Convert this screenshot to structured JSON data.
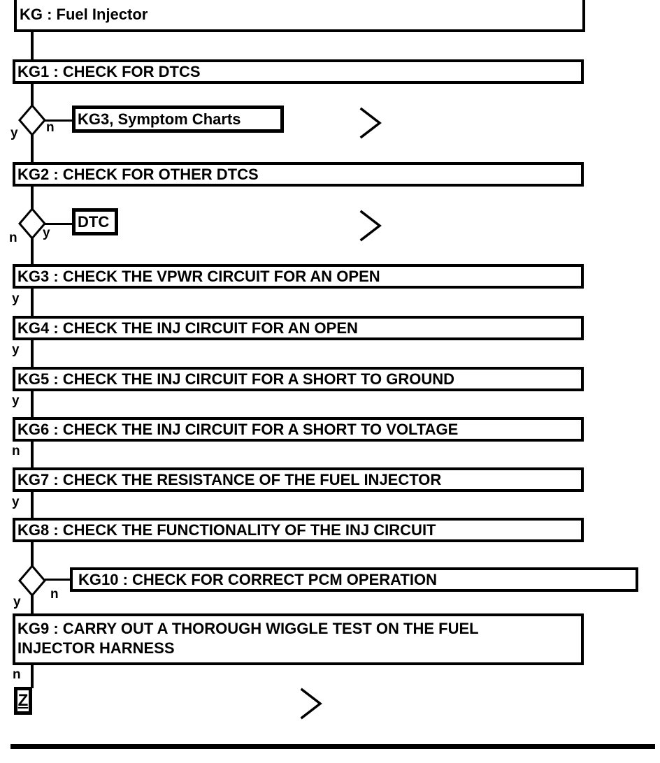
{
  "colors": {
    "ink": "#000000",
    "background": "#ffffff"
  },
  "diagram": {
    "title": {
      "code": "KG",
      "label": "KG : Fuel Injector"
    },
    "steps": [
      {
        "id": "KG1",
        "label": "KG1 : CHECK FOR DTCS"
      },
      {
        "id": "KG2",
        "label": "KG2 : CHECK FOR OTHER DTCS"
      },
      {
        "id": "KG3",
        "label": "KG3 : CHECK THE VPWR CIRCUIT FOR AN OPEN"
      },
      {
        "id": "KG4",
        "label": "KG4 : CHECK THE INJ CIRCUIT FOR AN OPEN"
      },
      {
        "id": "KG5",
        "label": "KG5 : CHECK THE INJ CIRCUIT FOR A SHORT TO GROUND"
      },
      {
        "id": "KG6",
        "label": "KG6 : CHECK THE INJ CIRCUIT FOR A SHORT TO VOLTAGE"
      },
      {
        "id": "KG7",
        "label": "KG7 : CHECK THE RESISTANCE OF THE FUEL INJECTOR"
      },
      {
        "id": "KG8",
        "label": "KG8 : CHECK THE FUNCTIONALITY OF THE INJ CIRCUIT"
      },
      {
        "id": "KG9",
        "label": "KG9 : CARRY OUT A THOROUGH WIGGLE TEST ON THE FUEL INJECTOR HARNESS"
      }
    ],
    "refs": {
      "symptom": {
        "label": "KG3, Symptom Charts"
      },
      "dtc": {
        "label": "DTC"
      },
      "kg10": {
        "label": "KG10 : CHECK FOR CORRECT PCM OPERATION"
      },
      "terminal": {
        "label": "Z"
      }
    },
    "edge_labels": {
      "d1_down": "y",
      "d1_side": "n",
      "d2_down": "n",
      "d2_side": "y",
      "kg3_out": "y",
      "kg4_out": "y",
      "kg5_out": "y",
      "kg6_out": "n",
      "kg7_out": "y",
      "d3_down": "y",
      "d3_side": "n",
      "kg9_out": "n"
    },
    "icons": {
      "chevron": "off-page continuation arrow"
    }
  }
}
